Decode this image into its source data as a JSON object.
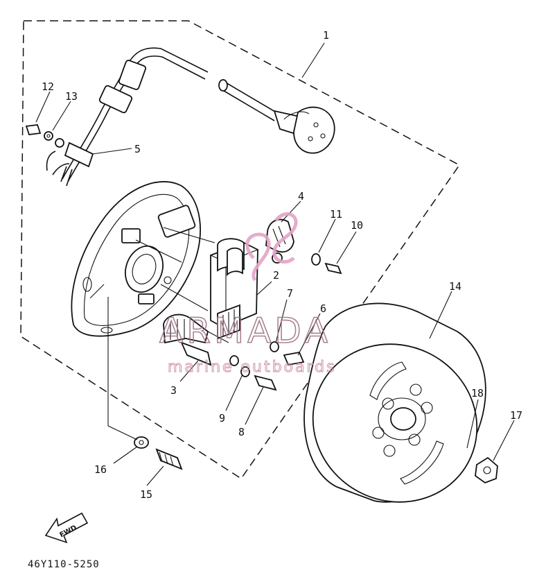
{
  "diagram": {
    "part_code": "46Y110-5250",
    "direction_label": "FWD",
    "callouts": [
      {
        "id": "c1",
        "label": "1"
      },
      {
        "id": "c2",
        "label": "2"
      },
      {
        "id": "c3",
        "label": "3"
      },
      {
        "id": "c4",
        "label": "4"
      },
      {
        "id": "c5",
        "label": "5"
      },
      {
        "id": "c6",
        "label": "6"
      },
      {
        "id": "c7",
        "label": "7"
      },
      {
        "id": "c8",
        "label": "8"
      },
      {
        "id": "c9",
        "label": "9"
      },
      {
        "id": "c10",
        "label": "10"
      },
      {
        "id": "c11",
        "label": "11"
      },
      {
        "id": "c12",
        "label": "12"
      },
      {
        "id": "c13",
        "label": "13"
      },
      {
        "id": "c14",
        "label": "14"
      },
      {
        "id": "c15",
        "label": "15"
      },
      {
        "id": "c16",
        "label": "16"
      },
      {
        "id": "c17",
        "label": "17"
      },
      {
        "id": "c18",
        "label": "18"
      }
    ]
  },
  "watermark": {
    "brand": "ARMADA",
    "tagline": "marine outboards",
    "colors": {
      "brand": "#a07488",
      "tagline": "#c789a5",
      "logo": "#e4a4c6"
    }
  }
}
